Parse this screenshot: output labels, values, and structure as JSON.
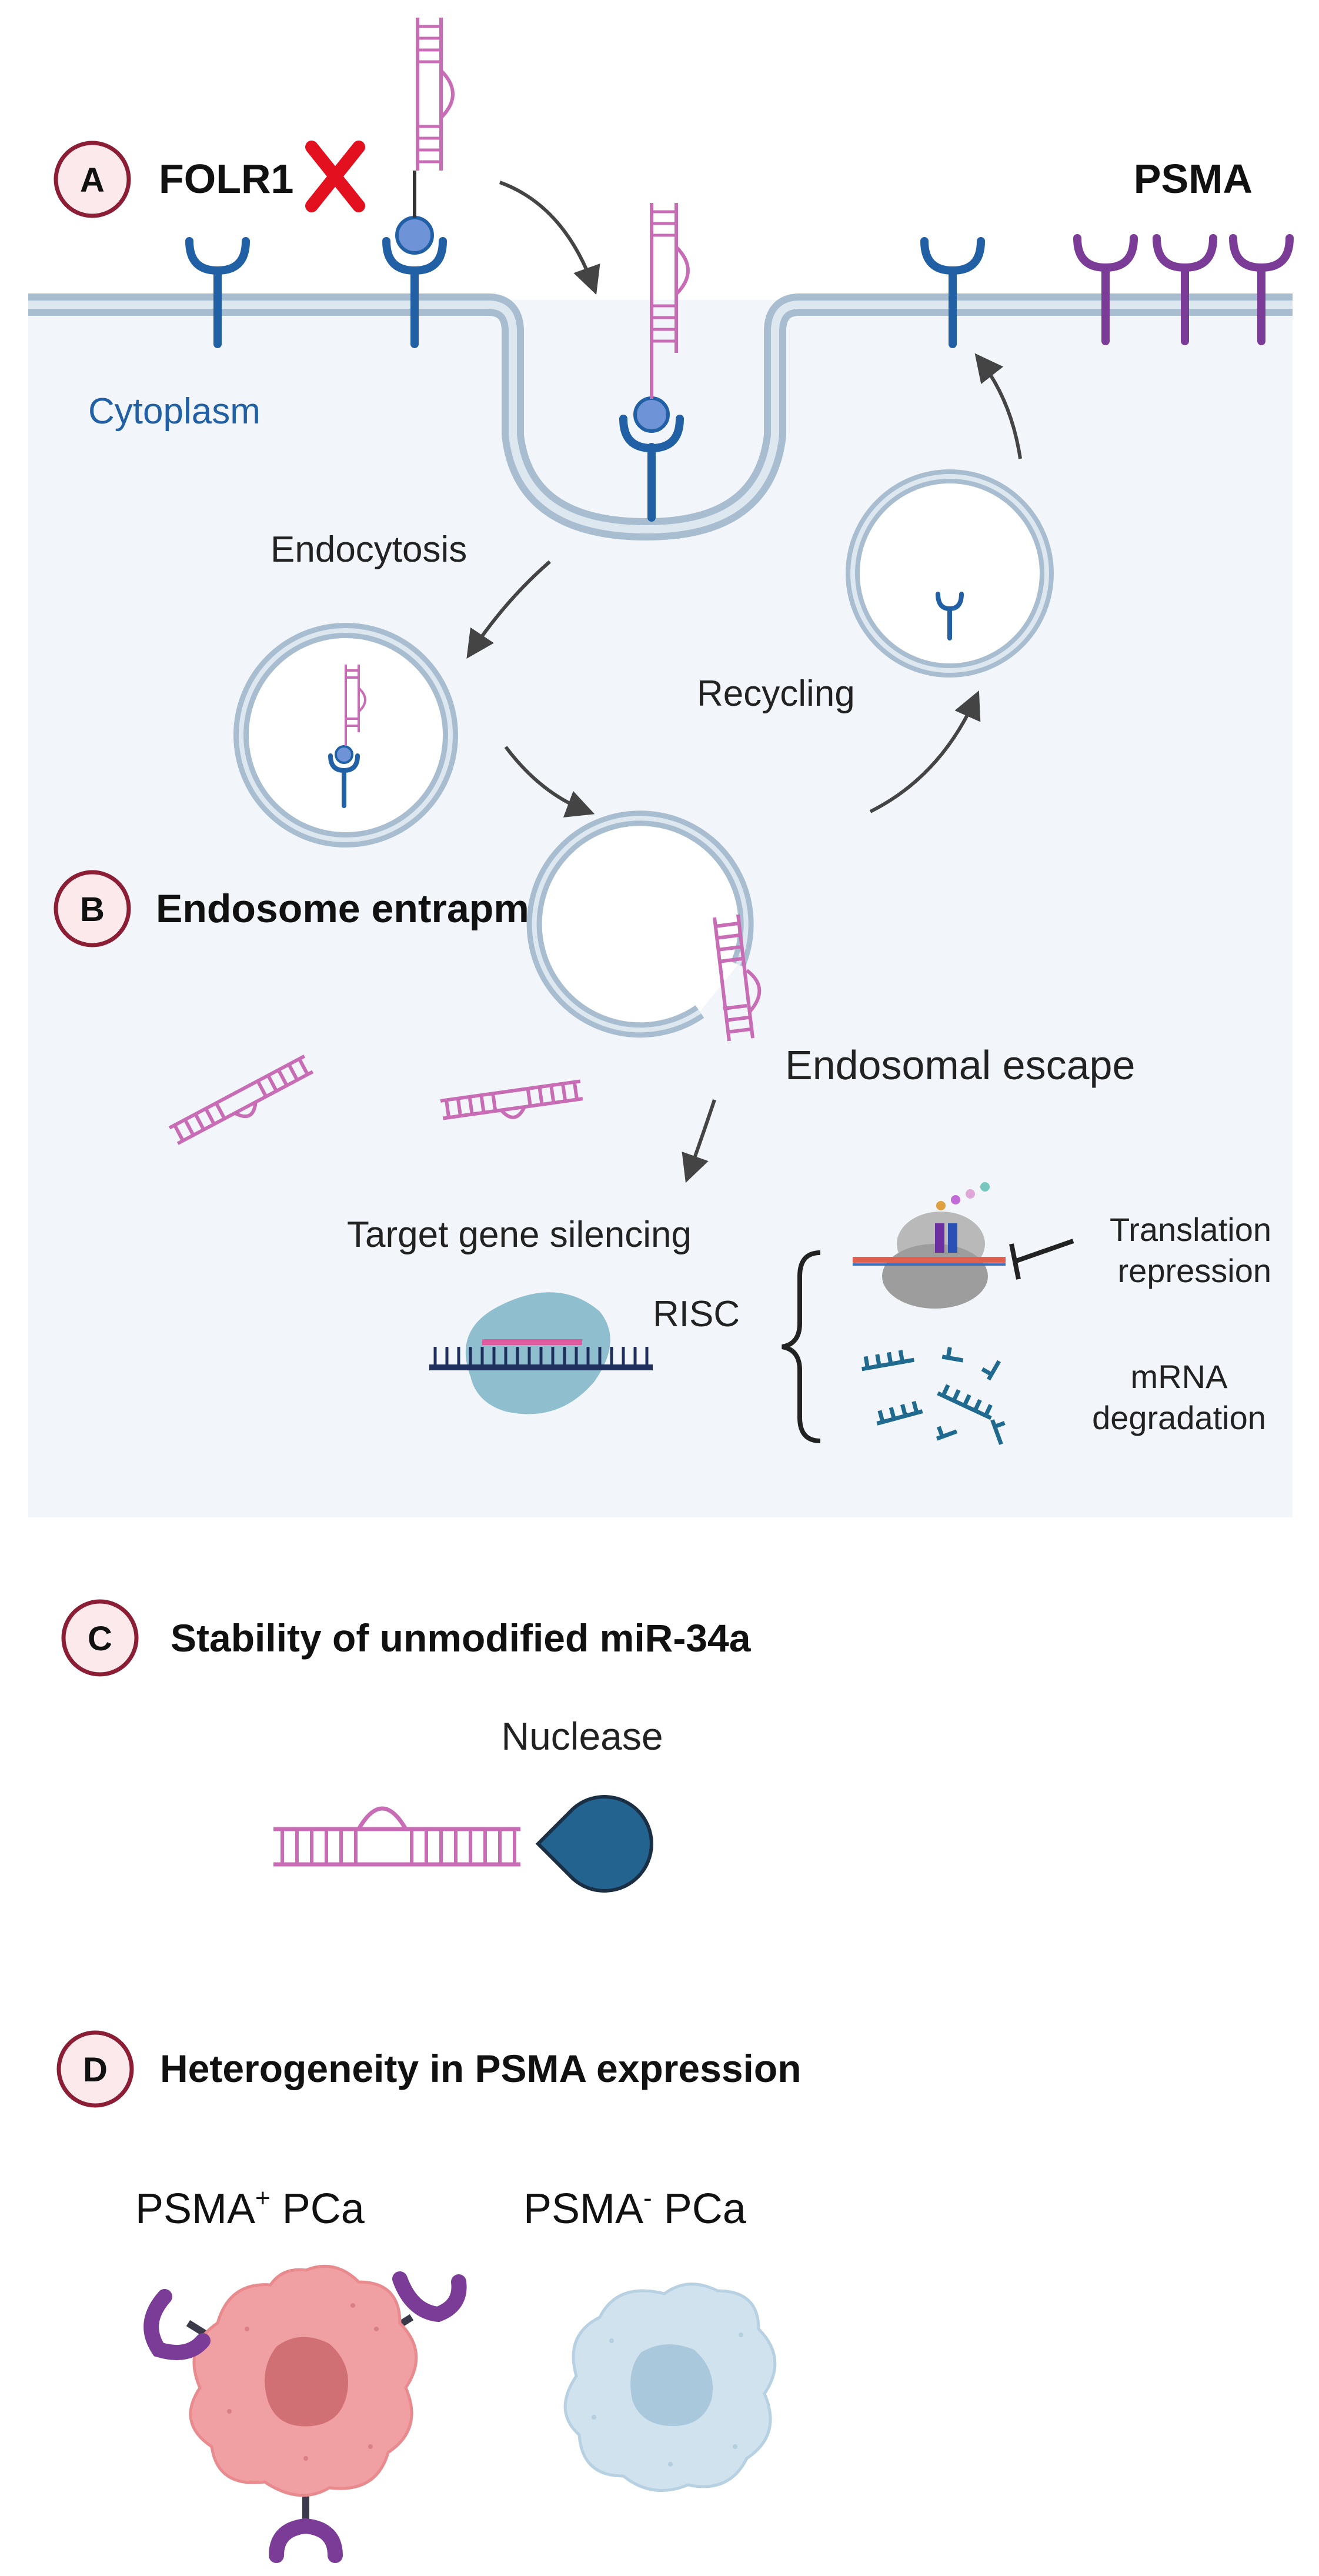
{
  "panel_a": {
    "badge": "A",
    "folr1_label": "FOLR1",
    "psma_label": "PSMA",
    "cytoplasm_label": "Cytoplasm",
    "endocytosis_label": "Endocytosis",
    "recycling_label": "Recycling"
  },
  "panel_b": {
    "badge": "B",
    "title": "Endosome entrapment",
    "escape_label": "Endosomal escape",
    "silencing_label": "Target gene silencing",
    "risc_label": "RISC",
    "translation_label_1": "Translation",
    "translation_label_2": "repression",
    "degradation_label_1": "mRNA",
    "degradation_label_2": "degradation"
  },
  "panel_c": {
    "badge": "C",
    "title": "Stability of unmodified miR-34a",
    "nuclease_label": "Nuclease"
  },
  "panel_d": {
    "badge": "D",
    "title": "Heterogeneity in PSMA expression",
    "psma_pos_base": "PSMA",
    "psma_pos_sup": "+",
    "psma_pos_tail": " PCa",
    "psma_neg_base": "PSMA",
    "psma_neg_sup": "-",
    "psma_neg_tail": " PCa"
  },
  "colors": {
    "cell_bg": "#f2f6fa",
    "membrane": "#a9bdd0",
    "folr1_receptor": "#2260a6",
    "psma_receptor": "#7b3c97",
    "rna": "#c86cb6",
    "badge_border": "#8b1d35",
    "badge_fill": "#fbe9ec",
    "red_x": "#e3101f",
    "nuclease": "#23638f",
    "risc": "#8fbfce",
    "psma_pos_cell": "#f0a0a2",
    "psma_neg_cell": "#cfe2ee"
  }
}
